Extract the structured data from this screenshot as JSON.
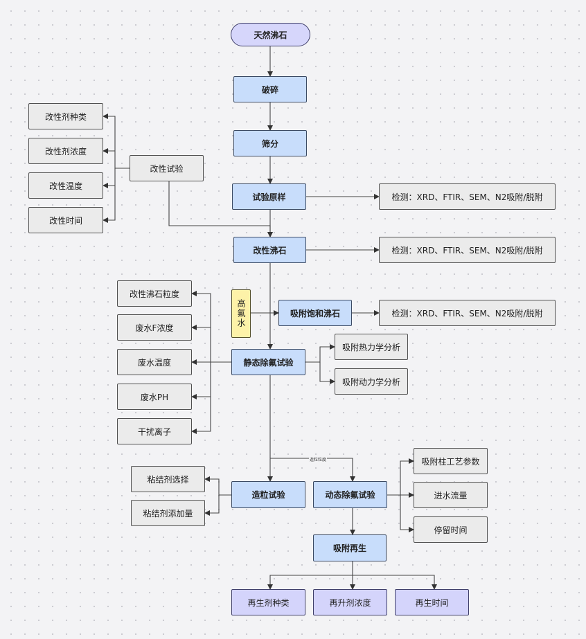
{
  "nodes": {
    "start": "天然沸石",
    "crush": "破碎",
    "sieve": "筛分",
    "raw_sample": "试验原样",
    "modified_zeolite": "改性沸石",
    "saturated_zeolite": "吸附饱和沸石",
    "static_test": "静态除氟试验",
    "granulation_test": "造粒试验",
    "dynamic_test": "动态除氟试验",
    "regeneration": "吸附再生",
    "modification_test": "改性试验",
    "agent_type": "改性剂种类",
    "agent_concentration": "改性剂浓度",
    "mod_temperature": "改性温度",
    "mod_time": "改性时间",
    "detect_1": "检测：XRD、FTIR、SEM、N2吸附/脱附",
    "detect_2": "检测：XRD、FTIR、SEM、N2吸附/脱附",
    "detect_3": "检测：XRD、FTIR、SEM、N2吸附/脱附",
    "high_fluoride_water": "高氟水",
    "zeolite_particle_size": "改性沸石粒度",
    "wastewater_f": "废水F浓度",
    "wastewater_temp": "废水温度",
    "wastewater_ph": "废水PH",
    "interfering_ions": "干扰离子",
    "thermodynamics": "吸附热力学分析",
    "kinetics": "吸附动力学分析",
    "binder_choice": "粘结剂选择",
    "binder_amount": "粘结剂添加量",
    "column_params": "吸附柱工艺参数",
    "inflow": "进水流量",
    "residence_time": "停留时间",
    "regen_agent_type": "再生剂种类",
    "regen_agent_conc": "再升剂浓度",
    "regen_time": "再生时间"
  },
  "edge_labels": {
    "granule_size": "造粒粒度"
  },
  "colors": {
    "main_fill": "#c8ddfb",
    "gray_fill": "#ebebeb",
    "purple_fill": "#d4d4fb",
    "yellow_fill": "#fdf2a8"
  }
}
